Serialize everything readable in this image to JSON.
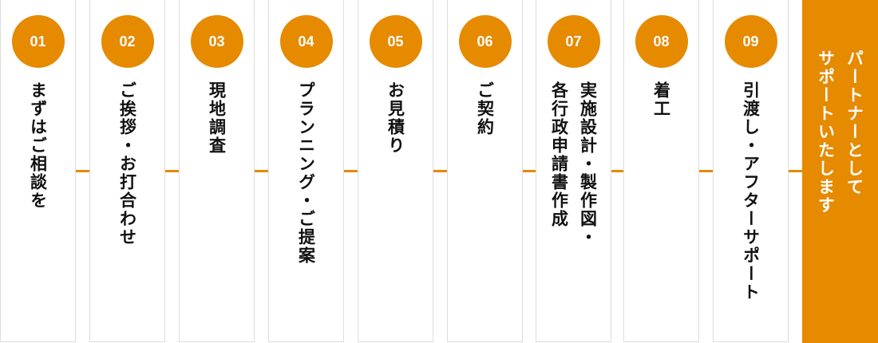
{
  "steps": [
    {
      "num": "01",
      "label": "まずはご相談を"
    },
    {
      "num": "02",
      "label": "ご挨拶・お打合わせ"
    },
    {
      "num": "03",
      "label": "現地調査"
    },
    {
      "num": "04",
      "label": "プランニング・ご提案"
    },
    {
      "num": "05",
      "label": "お見積り"
    },
    {
      "num": "06",
      "label": "ご契約"
    },
    {
      "num": "07",
      "label": "実施設計・製作図・\n各行政申請書作成"
    },
    {
      "num": "08",
      "label": "着工"
    },
    {
      "num": "09",
      "label": "引渡し・アフターサポート"
    }
  ],
  "final": {
    "label": "パートナーとして\nサポートいたします"
  },
  "colors": {
    "accent": "#e68a00",
    "border": "#dcdcdc"
  }
}
